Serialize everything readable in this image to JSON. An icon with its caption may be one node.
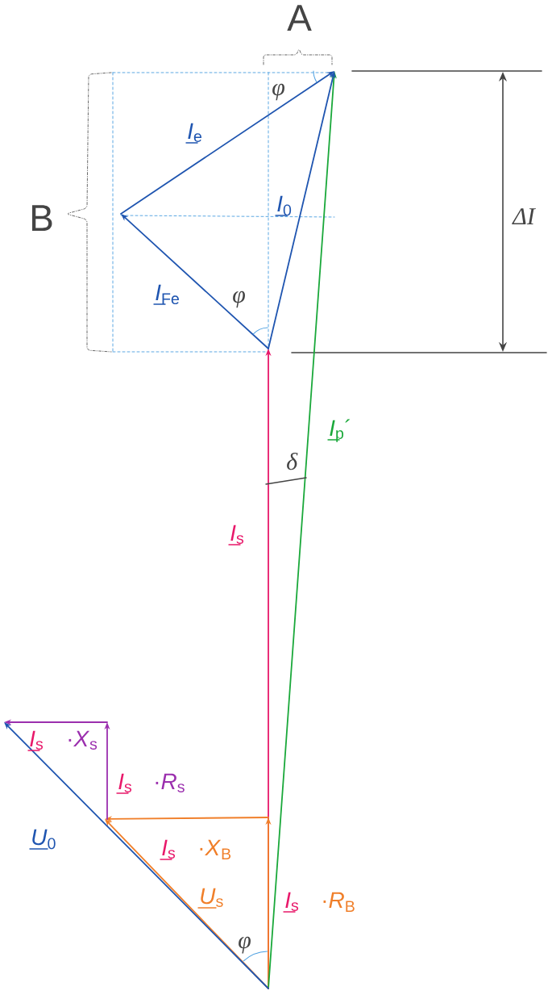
{
  "diagram": {
    "labels": [
      "A",
      "φ",
      "*I*$_{e}$",
      "B",
      "*I*$_{0}$",
      "ΔI",
      "*I*$_{Fe}$",
      "φ",
      "*I*$_{p}$´",
      "δ",
      "*I*$_{s}$",
      "*I*$_{s}$",
      "·*X*$_{s}$",
      "*I*$_{s}$",
      "·*R*$_{s}$",
      "*U*$_{0}$",
      "*I*$_{s}$",
      "·*X*$_{B}$",
      "*U*$_{s}$",
      "*I*$_{s}$",
      "·*R*$_{B}$",
      "φ"
    ]
  }
}
